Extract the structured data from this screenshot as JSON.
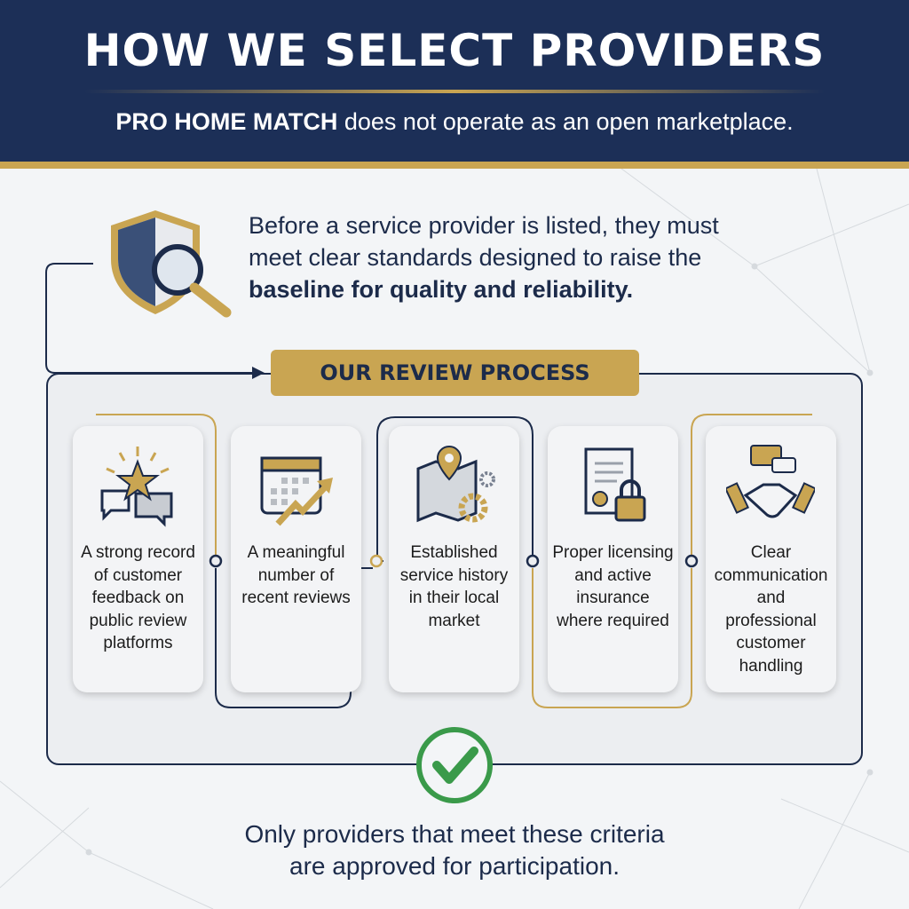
{
  "header": {
    "title": "HOW WE SELECT PROVIDERS",
    "brand": "PRO HOME MATCH",
    "subtitle_rest": " does not operate as an open marketplace."
  },
  "intro": {
    "line1": "Before a service provider is listed, they must",
    "line2": "meet clear standards designed to raise the",
    "line3_bold": "baseline for quality and reliability."
  },
  "process": {
    "badge": "OUR REVIEW PROCESS",
    "criteria": [
      {
        "icon": "star-review-bubbles-icon",
        "text": "A strong record of customer feedback on public review platforms"
      },
      {
        "icon": "calendar-trend-icon",
        "text": "A meaningful number of recent reviews"
      },
      {
        "icon": "map-pin-gears-icon",
        "text": "Established service history in their local market"
      },
      {
        "icon": "certificate-lock-icon",
        "text": "Proper licensing and active insurance where required"
      },
      {
        "icon": "handshake-chat-icon",
        "text": "Clear communication and professional customer handling"
      }
    ]
  },
  "closing": {
    "line1": "Only providers that meet these criteria",
    "line2": "are approved for participation."
  },
  "colors": {
    "navy": "#1c2f57",
    "gold": "#c9a552",
    "green": "#3a9a4a"
  }
}
